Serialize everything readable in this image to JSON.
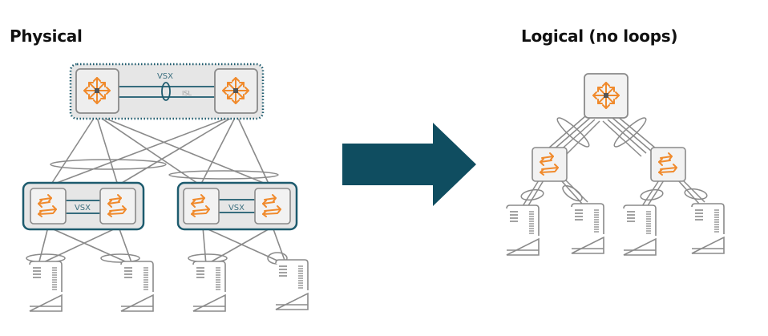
{
  "titles": {
    "physical": "Physical",
    "logical": "Logical (no loops)"
  },
  "physical": {
    "core_group_label": "VSX",
    "isl_label": "ISL",
    "access_group_labels": [
      "VSX",
      "VSX"
    ],
    "core_switches": [
      "core-switch",
      "core-switch"
    ],
    "access_switches": [
      "access-switch",
      "access-switch",
      "access-switch",
      "access-switch"
    ],
    "servers": [
      "server",
      "server",
      "server",
      "server"
    ]
  },
  "logical": {
    "core_switches": [
      "core-switch"
    ],
    "access_switches": [
      "access-switch",
      "access-switch"
    ],
    "servers": [
      "server",
      "server",
      "server",
      "server"
    ]
  },
  "colors": {
    "accent_orange": "#f08a2c",
    "vsx_teal": "#1d5b6e",
    "arrow": "#0f4d60",
    "link_gray": "#8a8a8a",
    "box_fill": "#e6e6e6"
  },
  "icons": {
    "core": "router-arrows-icon",
    "access": "switch-arrows-icon",
    "server": "server-icon",
    "transition": "right-arrow-icon"
  }
}
